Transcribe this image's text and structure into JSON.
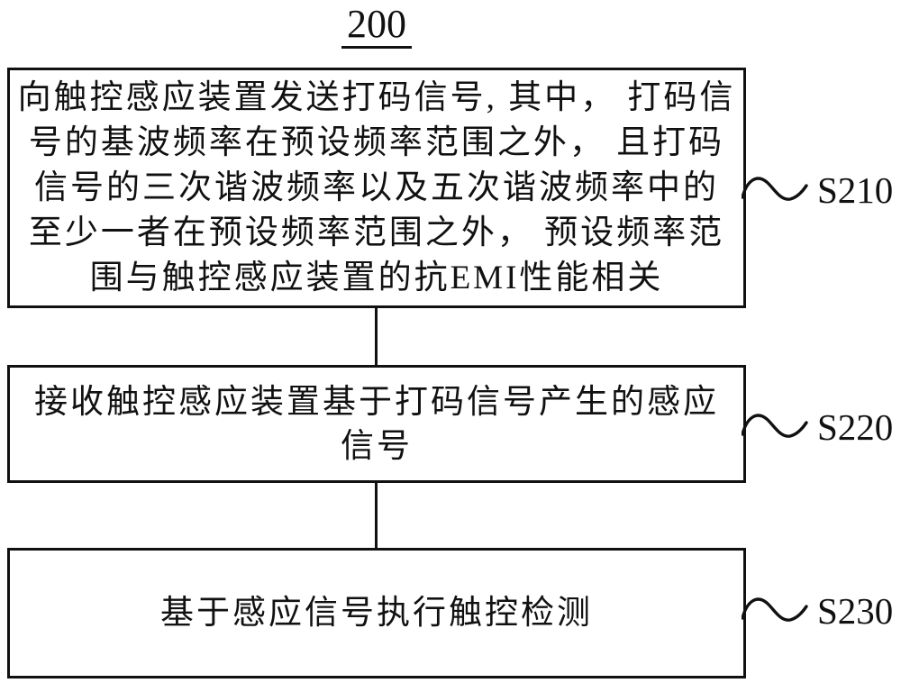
{
  "figure": {
    "title": "200",
    "colors": {
      "line": "#111111",
      "background": "#ffffff",
      "text": "#111111"
    },
    "steps": [
      {
        "label": "S210",
        "lines": [
          "向触控感应装置发送打码信号, 其中， 打码信",
          "号的基波频率在预设频率范围之外， 且打码",
          "信号的三次谐波频率以及五次谐波频率中的",
          "至少一者在预设频率范围之外， 预设频率范",
          "围与触控感应装置的抗EMI性能相关"
        ]
      },
      {
        "label": "S220",
        "lines": [
          "接收触控感应装置基于打码信号产生的感应",
          "信号"
        ]
      },
      {
        "label": "S230",
        "lines": [
          "基于感应信号执行触控检测"
        ]
      }
    ]
  }
}
